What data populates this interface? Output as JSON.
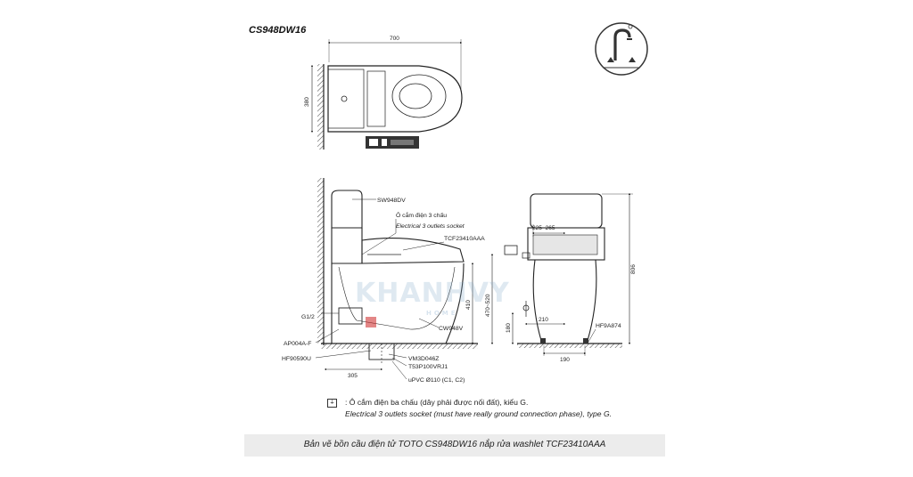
{
  "model_title": "CS948DW16",
  "top_view": {
    "width_dim": "700",
    "depth_dim": "380"
  },
  "side_view": {
    "labels": {
      "tank": "SW948DV",
      "outlet_vn": "Ô cắm điện 3 chấu",
      "outlet_en": "Electrical 3 outlets socket",
      "washlet": "TCF23410AAA",
      "bowl": "CW948V",
      "supply": "G1/2",
      "valve": "AP004A-F",
      "hose": "HF90590U",
      "flange": "VM3D046Z",
      "bolt": "T53P100VRJ1",
      "drain": "uPVC Ø110 (C1, C2)"
    },
    "dims": {
      "rough_in": "305",
      "seat_height": "410",
      "seat_range": "470~520",
      "supply_height": "180"
    }
  },
  "front_view": {
    "labels": {
      "fixing": "HF9A874"
    },
    "dims": {
      "outlet_range": "225~265",
      "total_height": "806",
      "supply_offset": "210",
      "base_width": "190"
    }
  },
  "note": {
    "vn": ": Ô cắm điện ba chấu (dây phải được nối đất), kiểu G.",
    "en": "Electrical 3 outlets socket (must have really ground connection phase), type G."
  },
  "caption": "Bản vẽ bồn cầu điện tử TOTO CS948DW16 nắp rửa washlet TCF23410AAA",
  "watermark": {
    "main": "KHANHVY",
    "sub": "HOME"
  }
}
